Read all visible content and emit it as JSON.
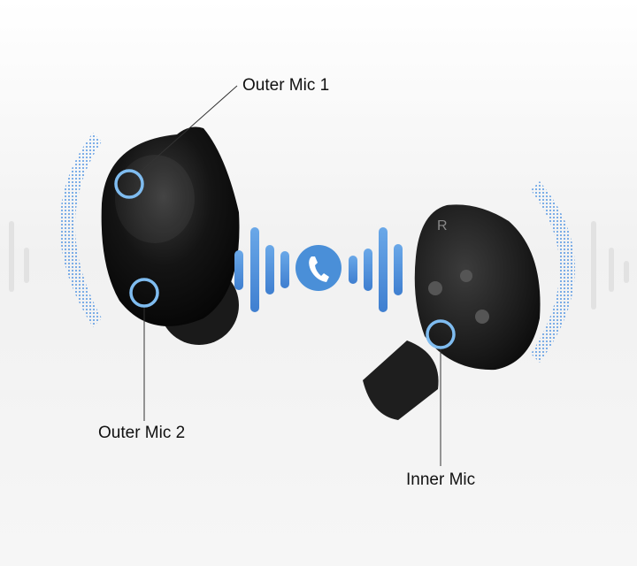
{
  "labels": {
    "outer_mic_1": "Outer Mic 1",
    "outer_mic_2": "Outer Mic 2",
    "inner_mic": "Inner Mic"
  },
  "earbud_mark": "R",
  "icons": {
    "center": "phone-call-icon"
  },
  "colors": {
    "accent": "#4a8fd8",
    "earbud": "#111111",
    "ring": "#7fbcf0"
  }
}
